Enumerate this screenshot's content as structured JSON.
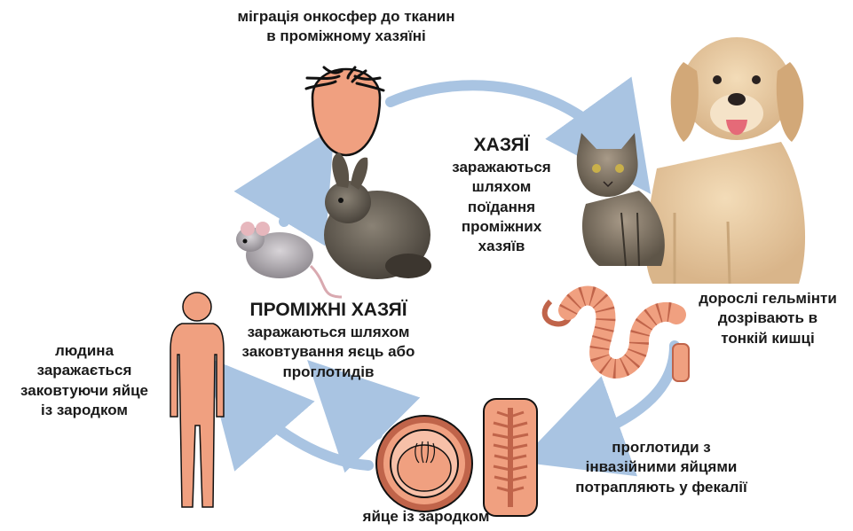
{
  "labels": {
    "migration": [
      "міграція онкосфер до тканин",
      "в проміжному хазяїні"
    ],
    "hosts_title": "ХАЗЯЇ",
    "hosts_desc": [
      "заражаються",
      "шляхом",
      "поїдання",
      "проміжних",
      "хазяїв"
    ],
    "adults": [
      "дорослі гельмінти",
      "дозрівають в",
      "тонкій кишці"
    ],
    "proglottids": [
      "проглотиди з",
      "інвазійними яйцями",
      "потрапляють у фекалії"
    ],
    "egg": "яйце із зародком",
    "intermediate_title": "ПРОМІЖНІ ХАЗЯЇ",
    "intermediate_desc": [
      "заражаються шляхом",
      "заковтування яєць або",
      "проглотидів"
    ],
    "human": [
      "людина",
      "заражається",
      "заковтуючи яйце",
      "із зародком"
    ]
  },
  "colors": {
    "arrow": "#a9c4e2",
    "flesh": "#f0a080",
    "flesh_dark": "#c0644a",
    "outline": "#111111"
  },
  "icons": [
    "oncosphere-icon",
    "dog-icon",
    "cat-icon",
    "rabbit-icon",
    "rat-icon",
    "tapeworm-icon",
    "proglottid-icon",
    "egg-icon",
    "human-silhouette-icon"
  ]
}
